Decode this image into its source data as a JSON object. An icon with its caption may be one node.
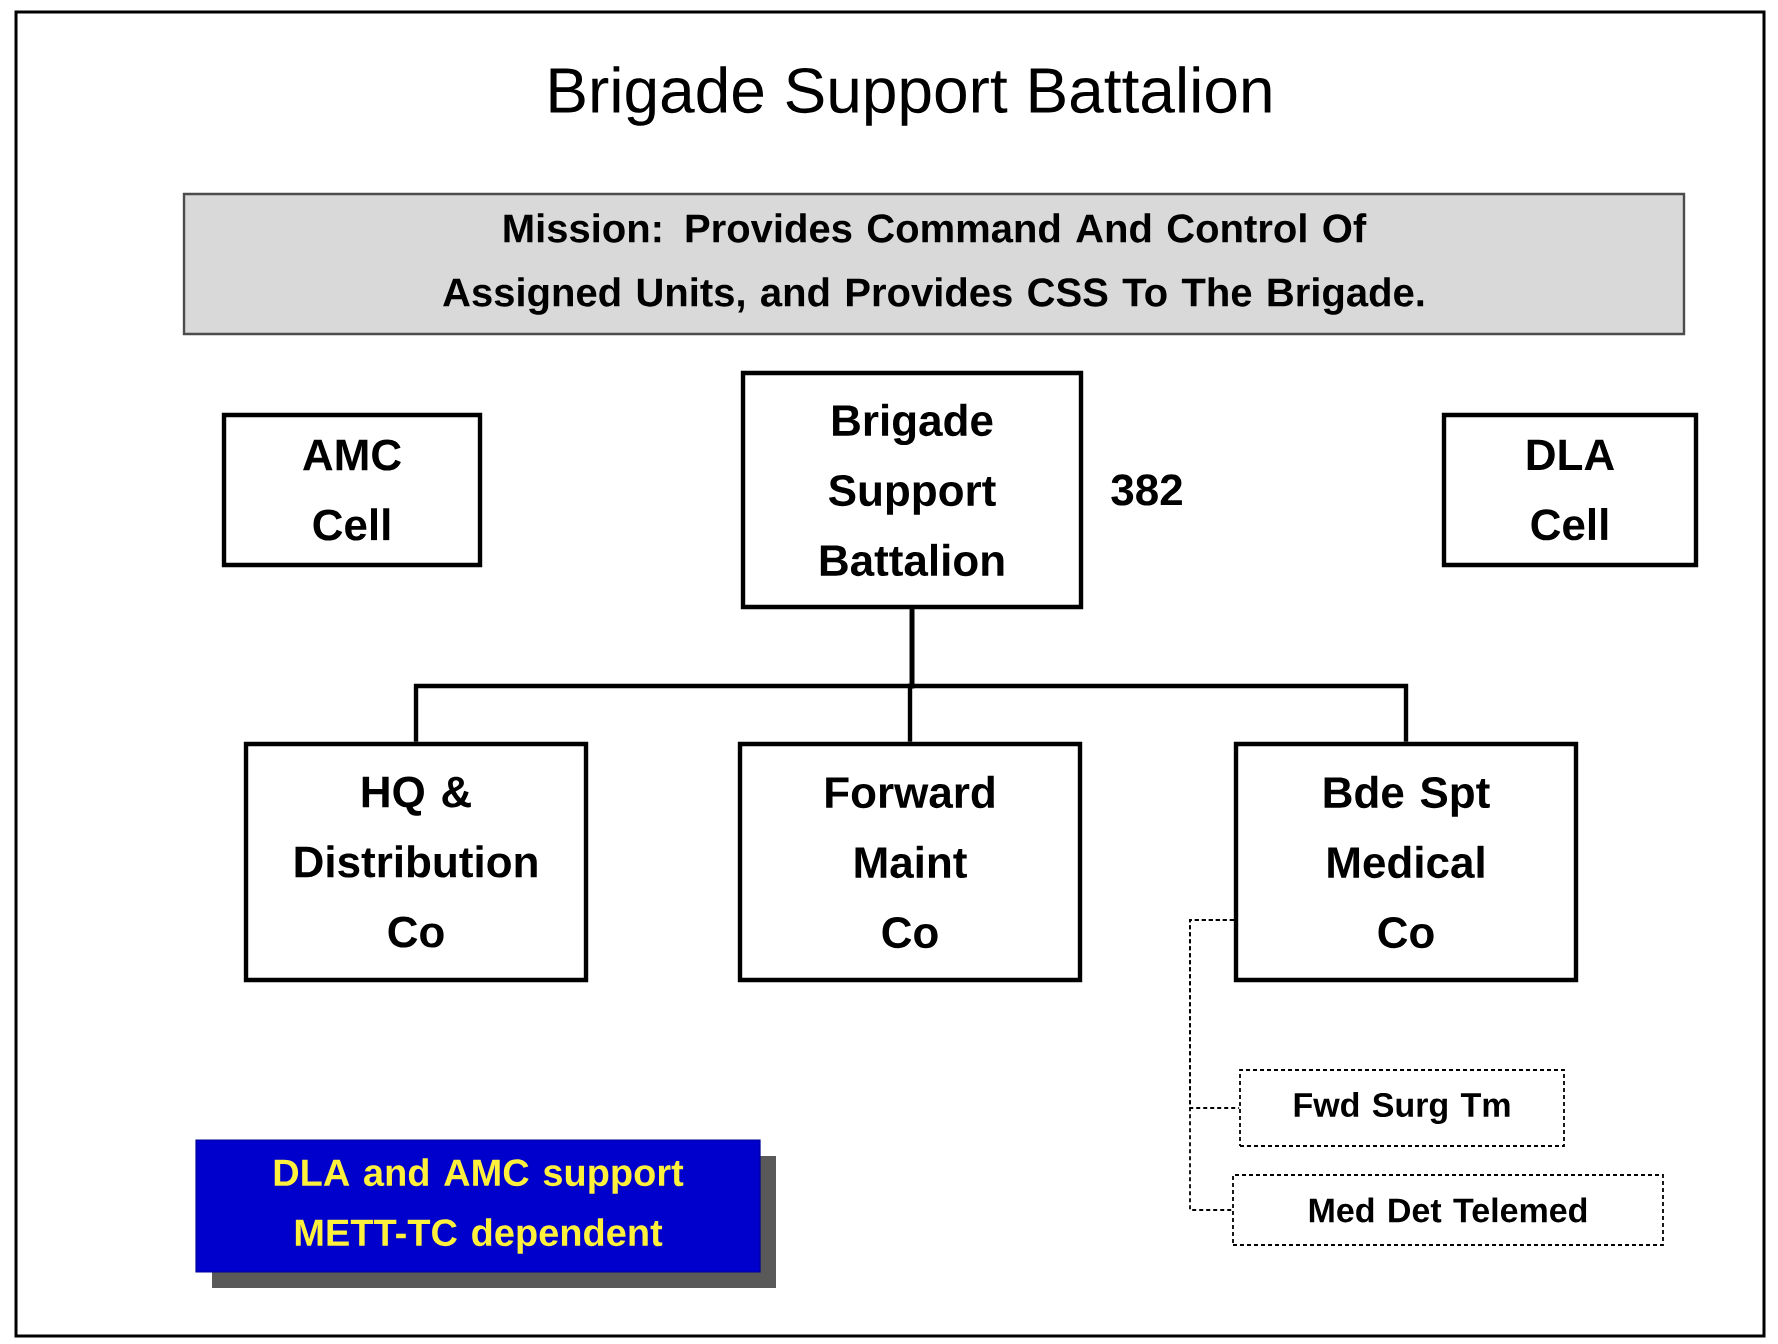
{
  "diagram": {
    "title": "Brigade Support Battalion",
    "nodes": [
      {
        "text": [
          "Mission: Provides Command And Control Of Assigned Units, and Provides CSS To The Brigade."
        ]
      },
      {
        "text": [
          "AMC Cell"
        ]
      },
      {
        "text": [
          "Brigade Support Battalion"
        ],
        "beside": [
          "382"
        ]
      },
      {
        "text": [
          "DLA Cell"
        ]
      },
      {
        "text": [
          "HQ & Distribution Co"
        ]
      },
      {
        "text": [
          "Forward Maint Co"
        ]
      },
      {
        "text": [
          "Bde Spt Medical Co"
        ]
      },
      {
        "text": [
          "Fwd Surg Tm"
        ]
      },
      {
        "text": [
          "Med Det Telemed"
        ]
      },
      {
        "text": [
          "DLA and AMC support METT-TC dependent"
        ]
      }
    ],
    "edges": [
      {
        "from": 2,
        "to": 4,
        "arrow": "none"
      },
      {
        "from": 2,
        "to": 5,
        "arrow": "none"
      },
      {
        "from": 2,
        "to": 6,
        "arrow": "none"
      },
      {
        "from": 6,
        "to": 7,
        "arrow": "none",
        "style": "dashed"
      },
      {
        "from": 6,
        "to": 8,
        "arrow": "none",
        "style": "dashed"
      }
    ]
  }
}
